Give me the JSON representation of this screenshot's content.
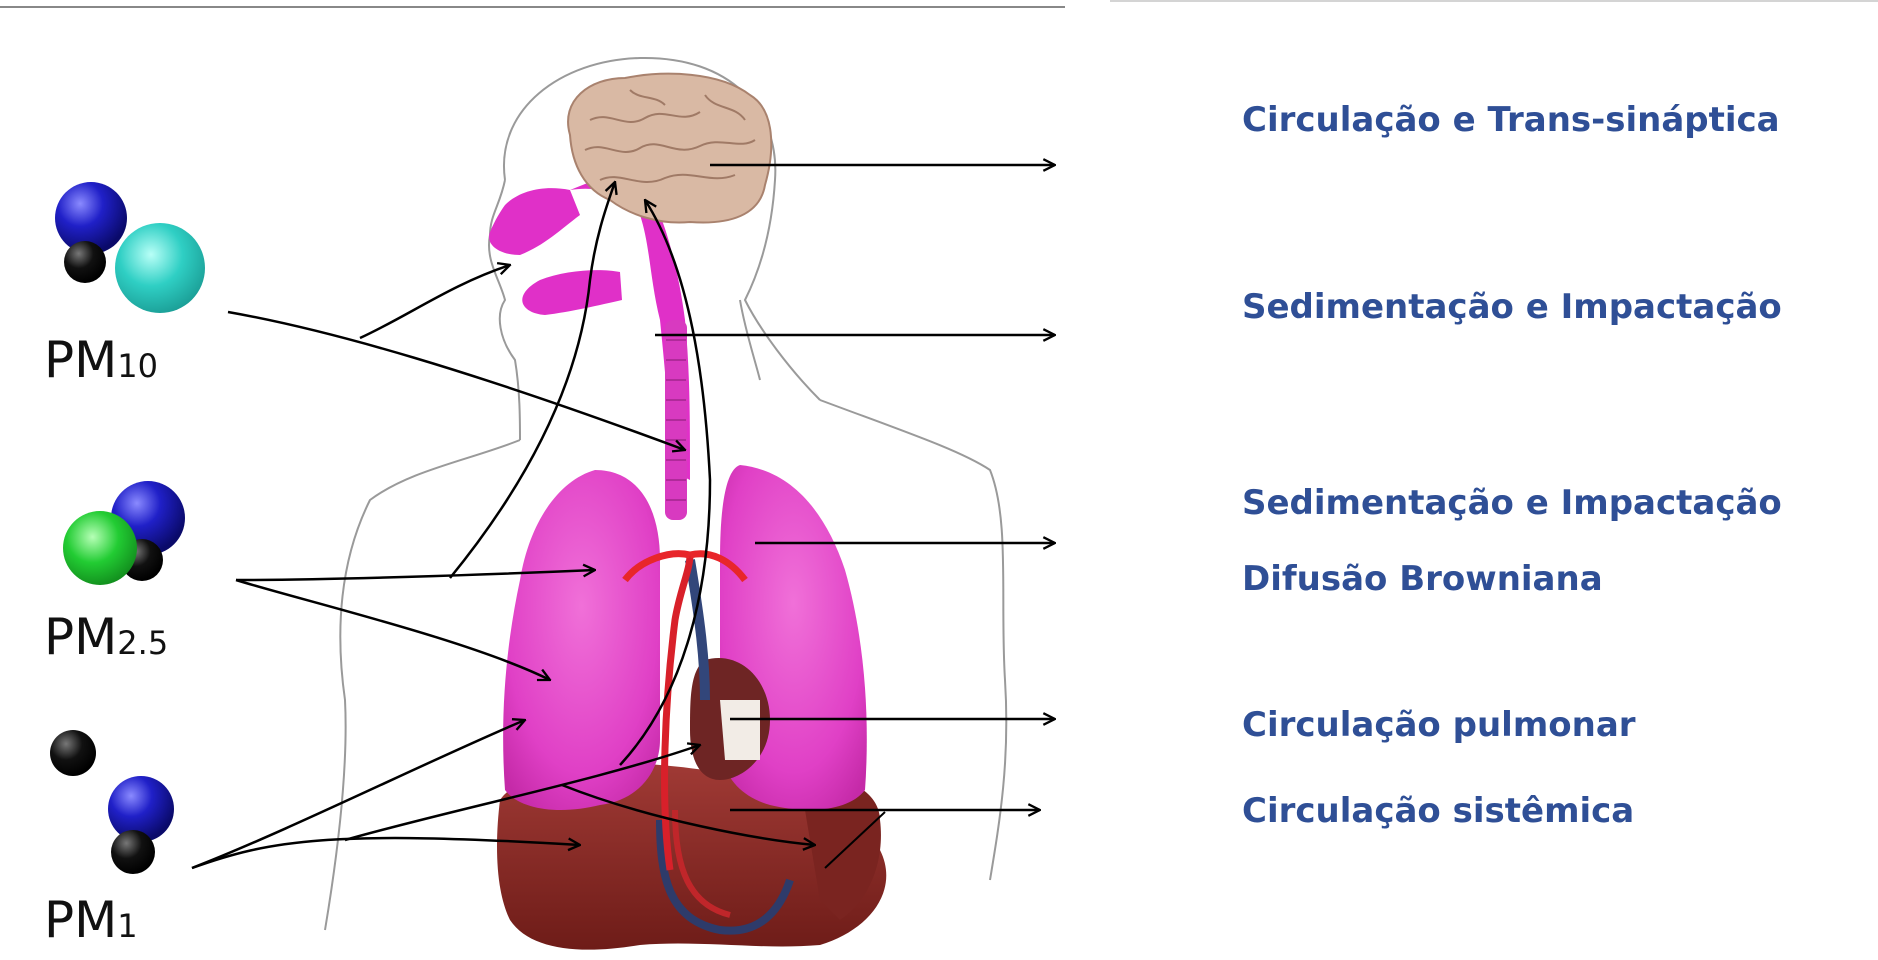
{
  "particles": [
    {
      "prefix": "PM",
      "suffix": "10"
    },
    {
      "prefix": "PM",
      "suffix": "2.5"
    },
    {
      "prefix": "PM",
      "suffix": "1"
    }
  ],
  "mechanisms": [
    "Circulação  e Trans-sináptica",
    "Sedimentação  e Impactação",
    "Sedimentação e Impactação",
    "Difusão Browniana",
    "Circulação pulmonar",
    "Circulação sistêmica"
  ],
  "colors": {
    "label_text": "#2f4f96",
    "particle_blue": "#1d1db5",
    "particle_black": "#0a0a0a",
    "particle_cyan": "#2fcfc4",
    "particle_green": "#22cc33",
    "airway_magenta": "#e030c8",
    "lungs_pink": "#e848c8",
    "brain_tan": "#d9b9a4",
    "organs_red": "#8b2a25"
  }
}
